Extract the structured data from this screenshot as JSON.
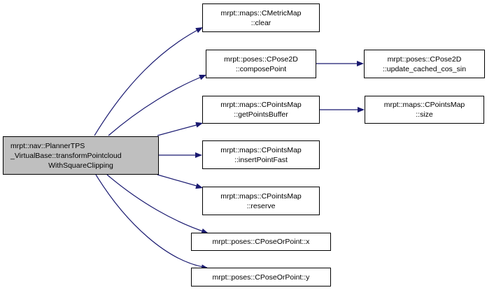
{
  "graph": {
    "edge_color": "#191970",
    "main": {
      "lines": [
        "mrpt::nav::PlannerTPS",
        "_VirtualBase::transformPointcloud",
        "WithSquareClipping"
      ]
    },
    "nodes": [
      {
        "id": "clear",
        "lines": [
          "mrpt::maps::CMetricMap",
          "::clear"
        ]
      },
      {
        "id": "composePoint",
        "lines": [
          "mrpt::poses::CPose2D",
          "::composePoint"
        ]
      },
      {
        "id": "update",
        "lines": [
          "mrpt::poses::CPose2D",
          "::update_cached_cos_sin"
        ]
      },
      {
        "id": "getPointsBuffer",
        "lines": [
          "mrpt::maps::CPointsMap",
          "::getPointsBuffer"
        ]
      },
      {
        "id": "size",
        "lines": [
          "mrpt::maps::CPointsMap",
          "::size"
        ]
      },
      {
        "id": "insertPointFast",
        "lines": [
          "mrpt::maps::CPointsMap",
          "::insertPointFast"
        ]
      },
      {
        "id": "reserve",
        "lines": [
          "mrpt::maps::CPointsMap",
          "::reserve"
        ]
      },
      {
        "id": "x",
        "lines": [
          "mrpt::poses::CPoseOrPoint::x"
        ]
      },
      {
        "id": "y",
        "lines": [
          "mrpt::poses::CPoseOrPoint::y"
        ]
      }
    ]
  }
}
